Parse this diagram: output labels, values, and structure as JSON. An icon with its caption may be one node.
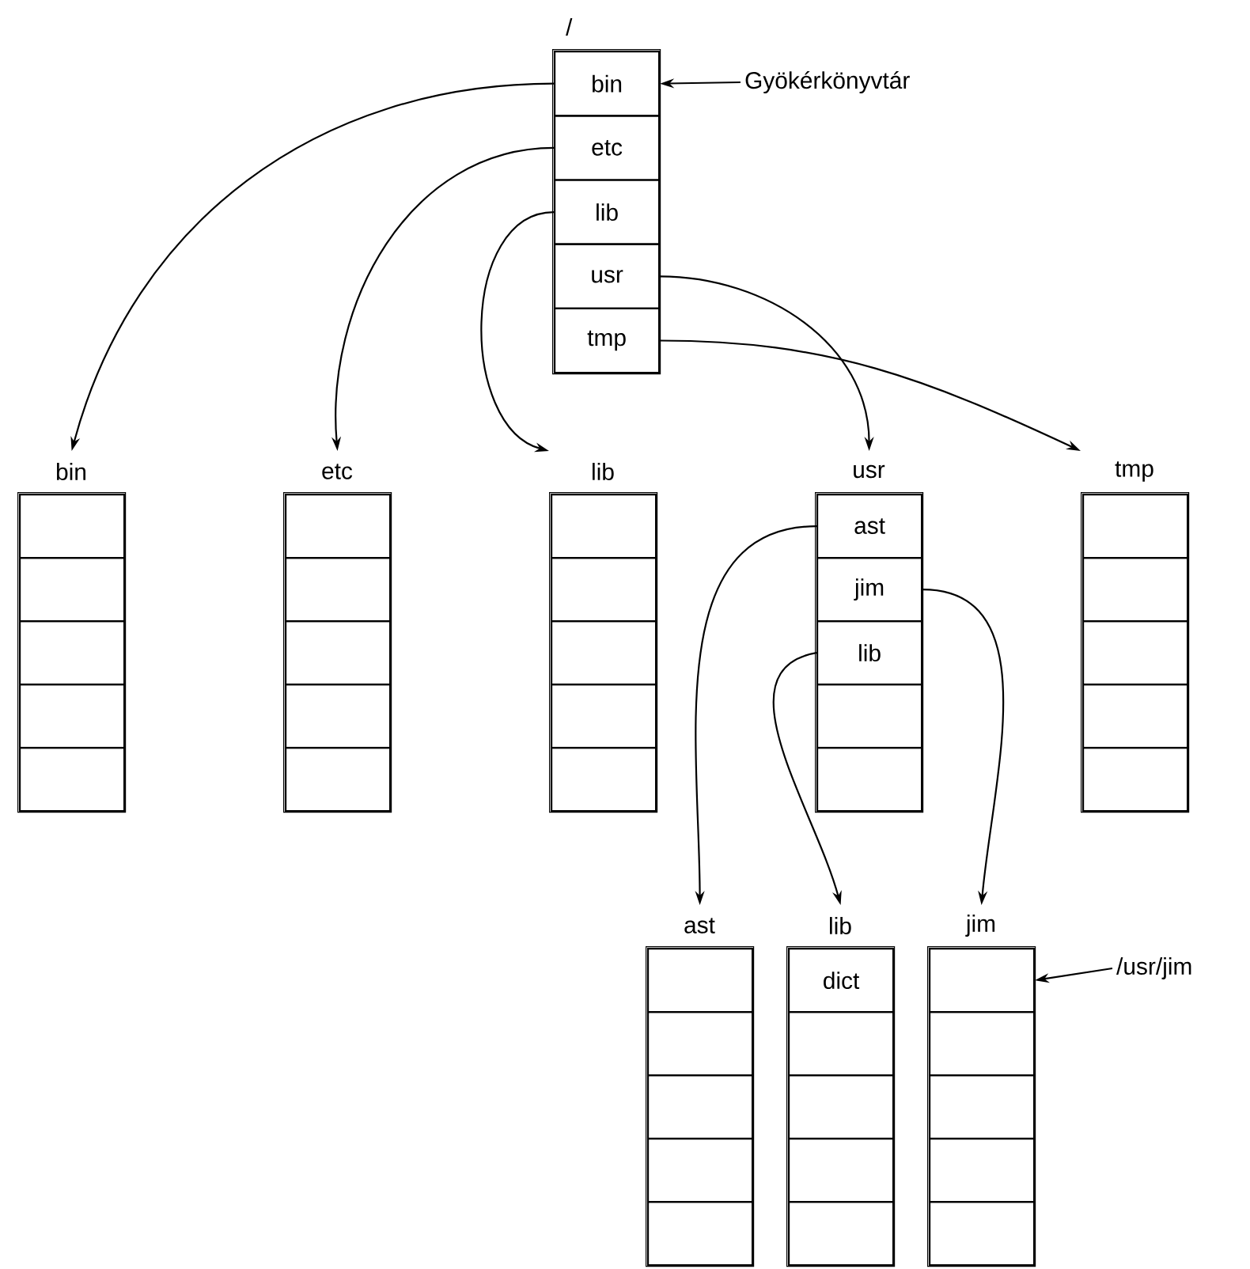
{
  "diagram": {
    "nodes": [
      {
        "text": [
          "/"
        ]
      },
      {
        "text": [
          "bin"
        ],
        "in": 0
      },
      {
        "text": [
          "etc"
        ],
        "in": 0
      },
      {
        "text": [
          "lib"
        ],
        "in": 0
      },
      {
        "text": [
          "usr"
        ],
        "in": 0
      },
      {
        "text": [
          "tmp"
        ],
        "in": 0
      },
      {
        "text": [
          "Gyökérkönyvtár"
        ]
      },
      {
        "text": [
          "bin"
        ]
      },
      {
        "text": [],
        "shape": "box",
        "in": 7
      },
      {
        "text": [],
        "shape": "box",
        "in": 7
      },
      {
        "text": [],
        "shape": "box",
        "in": 7
      },
      {
        "text": [],
        "shape": "box",
        "in": 7
      },
      {
        "text": [],
        "shape": "box",
        "in": 7
      },
      {
        "text": [
          "etc"
        ]
      },
      {
        "text": [],
        "shape": "box",
        "in": 13
      },
      {
        "text": [],
        "shape": "box",
        "in": 13
      },
      {
        "text": [],
        "shape": "box",
        "in": 13
      },
      {
        "text": [],
        "shape": "box",
        "in": 13
      },
      {
        "text": [],
        "shape": "box",
        "in": 13
      },
      {
        "text": [
          "lib"
        ]
      },
      {
        "text": [],
        "shape": "box",
        "in": 19
      },
      {
        "text": [],
        "shape": "box",
        "in": 19
      },
      {
        "text": [],
        "shape": "box",
        "in": 19
      },
      {
        "text": [],
        "shape": "box",
        "in": 19
      },
      {
        "text": [],
        "shape": "box",
        "in": 19
      },
      {
        "text": [
          "usr"
        ]
      },
      {
        "text": [
          "ast"
        ],
        "in": 25
      },
      {
        "text": [
          "jim"
        ],
        "in": 25
      },
      {
        "text": [
          "lib"
        ],
        "in": 25
      },
      {
        "text": [],
        "shape": "box",
        "in": 25
      },
      {
        "text": [],
        "shape": "box",
        "in": 25
      },
      {
        "text": [
          "tmp"
        ]
      },
      {
        "text": [],
        "shape": "box",
        "in": 31
      },
      {
        "text": [],
        "shape": "box",
        "in": 31
      },
      {
        "text": [],
        "shape": "box",
        "in": 31
      },
      {
        "text": [],
        "shape": "box",
        "in": 31
      },
      {
        "text": [],
        "shape": "box",
        "in": 31
      },
      {
        "text": [
          "ast"
        ]
      },
      {
        "text": [],
        "shape": "box",
        "in": 37
      },
      {
        "text": [],
        "shape": "box",
        "in": 37
      },
      {
        "text": [],
        "shape": "box",
        "in": 37
      },
      {
        "text": [],
        "shape": "box",
        "in": 37
      },
      {
        "text": [],
        "shape": "box",
        "in": 37
      },
      {
        "text": [
          "lib"
        ]
      },
      {
        "text": [
          "dict"
        ],
        "in": 43
      },
      {
        "text": [],
        "shape": "box",
        "in": 43
      },
      {
        "text": [],
        "shape": "box",
        "in": 43
      },
      {
        "text": [],
        "shape": "box",
        "in": 43
      },
      {
        "text": [],
        "shape": "box",
        "in": 43
      },
      {
        "text": [
          "jim"
        ]
      },
      {
        "text": [],
        "shape": "box",
        "in": 49
      },
      {
        "text": [],
        "shape": "box",
        "in": 49
      },
      {
        "text": [],
        "shape": "box",
        "in": 49
      },
      {
        "text": [],
        "shape": "box",
        "in": 49
      },
      {
        "text": [],
        "shape": "box",
        "in": 49
      },
      {
        "text": [
          "/usr/jim"
        ]
      }
    ],
    "edges": [
      {
        "from": 6,
        "to": 1,
        "arrow": "to"
      },
      {
        "from": 1,
        "to": 7,
        "arrow": "to"
      },
      {
        "from": 2,
        "to": 13,
        "arrow": "to"
      },
      {
        "from": 3,
        "to": 19,
        "arrow": "to"
      },
      {
        "from": 4,
        "to": 25,
        "arrow": "to"
      },
      {
        "from": 5,
        "to": 31,
        "arrow": "to"
      },
      {
        "from": 26,
        "to": 37,
        "arrow": "to"
      },
      {
        "from": 28,
        "to": 43,
        "arrow": "to"
      },
      {
        "from": 27,
        "to": 49,
        "arrow": "to"
      },
      {
        "from": 55,
        "to": 50,
        "arrow": "to"
      }
    ]
  }
}
